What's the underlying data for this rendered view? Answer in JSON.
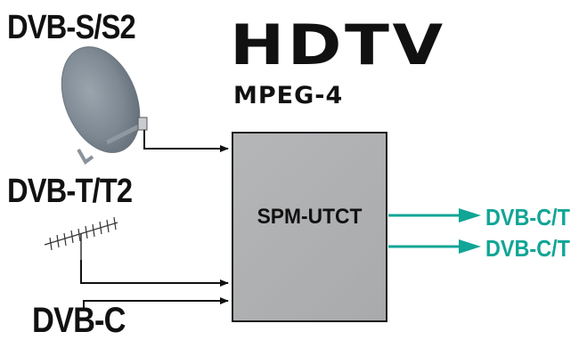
{
  "inputs": {
    "satellite": "DVB-S/S2",
    "terrestrial": "DVB-T/T2",
    "cable": "DVB-C"
  },
  "header": {
    "title": "HDTV",
    "codec": "MPEG-4"
  },
  "device": {
    "name": "SPM-UTCT"
  },
  "outputs": [
    "DVB-C/T",
    "DVB-C/T"
  ],
  "colors": {
    "output": "#10a596",
    "box": "#aeafb1",
    "text": "#111111"
  }
}
